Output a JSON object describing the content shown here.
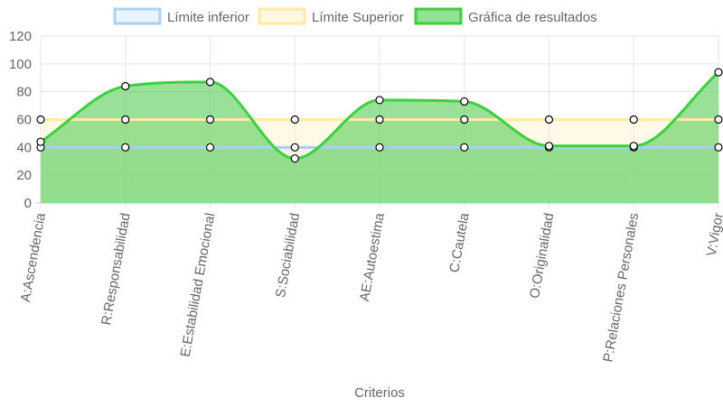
{
  "chart_data": {
    "type": "line",
    "xlabel": "Criterios",
    "ylabel": "",
    "ylim": [
      0,
      120
    ],
    "yticks": [
      0,
      20,
      40,
      60,
      80,
      100,
      120
    ],
    "grid": true,
    "legend_position": "top",
    "categories": [
      "A:Ascendencia",
      "R:Responsabilidad",
      "E:Estabilidad Emocional",
      "S:Sociabilidad",
      "AE:Autoestima",
      "C:Cautela",
      "O:Originalidad",
      "P:Relaciones Personales",
      "V:Vigor"
    ],
    "series": [
      {
        "name": "Límite inferior",
        "values": [
          40,
          40,
          40,
          40,
          40,
          40,
          40,
          40,
          40
        ],
        "stroke": "#a8d0f0",
        "fill": "rgba(200,225,245,0.35)",
        "legend_fill": "#eaf4fc"
      },
      {
        "name": "Límite Superior",
        "values": [
          60,
          60,
          60,
          60,
          60,
          60,
          60,
          60,
          60
        ],
        "stroke": "#fbeaa8",
        "fill": "rgba(255,243,205,0.45)",
        "legend_fill": "#fff8e1"
      },
      {
        "name": "Gráfica de resultados",
        "values": [
          44,
          84,
          87,
          32,
          74,
          73,
          41,
          41,
          94
        ],
        "stroke": "#3ecf3e",
        "fill": "rgba(70,200,70,0.55)",
        "legend_fill": "#93e293"
      }
    ]
  },
  "colors": {
    "grid": "#e5e5e5",
    "axis_text": "#666666",
    "point_fill": "#ffffff",
    "point_stroke": "#000000"
  }
}
